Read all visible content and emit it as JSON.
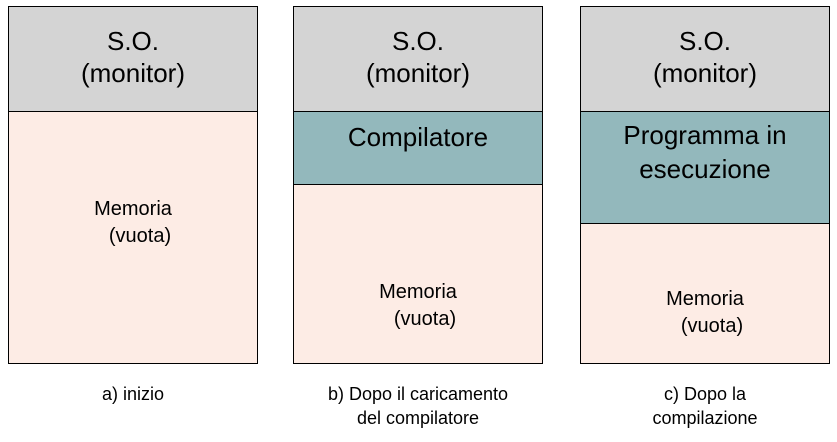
{
  "panels": [
    {
      "os_lines": [
        "S.O.",
        "(monitor)"
      ],
      "program_lines": [],
      "memory_lines": [
        "Memoria",
        "(vuota)"
      ],
      "caption_lines": [
        "a) inizio"
      ]
    },
    {
      "os_lines": [
        "S.O.",
        "(monitor)"
      ],
      "program_lines": [
        "Compilatore"
      ],
      "memory_lines": [
        "Memoria",
        "(vuota)"
      ],
      "caption_lines": [
        "b) Dopo il caricamento",
        "del compilatore"
      ]
    },
    {
      "os_lines": [
        "S.O.",
        "(monitor)"
      ],
      "program_lines": [
        "Programma in",
        "esecuzione"
      ],
      "memory_lines": [
        "Memoria",
        "(vuota)"
      ],
      "caption_lines": [
        "c) Dopo la",
        "compilazione"
      ]
    }
  ],
  "colors": {
    "os_block": "#d4d4d4",
    "program_block": "#93b8bc",
    "memory_block": "#fdece5",
    "border": "#000000"
  }
}
